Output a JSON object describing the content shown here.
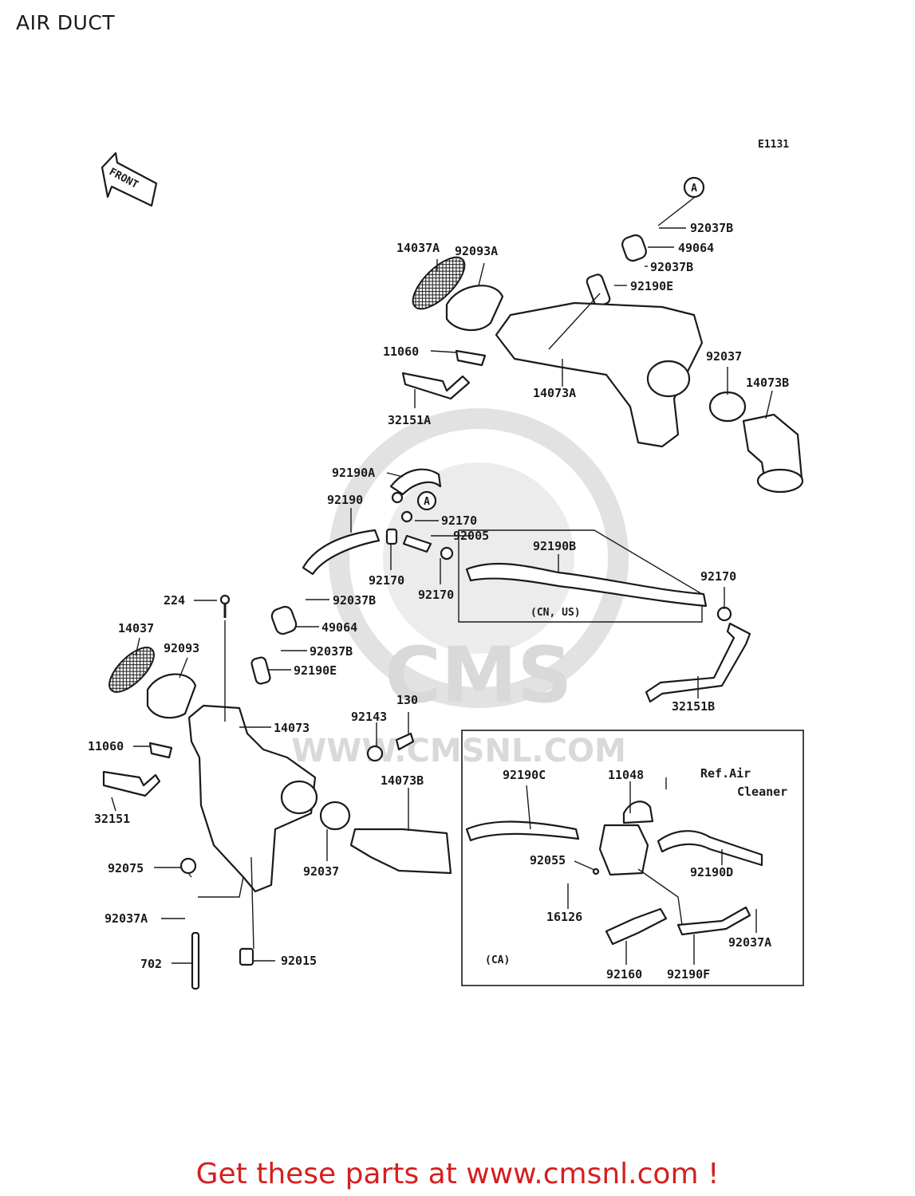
{
  "page": {
    "title": "AIR DUCT",
    "footer_cta": "Get these parts at www.cmsnl.com !"
  },
  "diagram": {
    "figure_code": "E1131",
    "front_arrow_text": "FRONT",
    "circle_marker": "A",
    "watermark": {
      "brand": "CMS",
      "url": "WWW.CMSNL.COM"
    },
    "region_labels": {
      "cn_us": "(CN, US)",
      "ca": "(CA)",
      "ref_air_cleaner_line1": "Ref.Air",
      "ref_air_cleaner_line2": "Cleaner"
    },
    "callouts": [
      {
        "id": "c01",
        "text": "92037B"
      },
      {
        "id": "c02",
        "text": "49064"
      },
      {
        "id": "c03",
        "text": "92037B"
      },
      {
        "id": "c04",
        "text": "92190E"
      },
      {
        "id": "c05",
        "text": "14037A"
      },
      {
        "id": "c06",
        "text": "92093A"
      },
      {
        "id": "c07",
        "text": "11060"
      },
      {
        "id": "c08",
        "text": "14073A"
      },
      {
        "id": "c09",
        "text": "92037"
      },
      {
        "id": "c10",
        "text": "14073B"
      },
      {
        "id": "c11",
        "text": "32151A"
      },
      {
        "id": "c12",
        "text": "92190A"
      },
      {
        "id": "c13",
        "text": "92190"
      },
      {
        "id": "c14",
        "text": "92170"
      },
      {
        "id": "c15",
        "text": "92005"
      },
      {
        "id": "c16",
        "text": "92190B"
      },
      {
        "id": "c17",
        "text": "92170"
      },
      {
        "id": "c18",
        "text": "92170"
      },
      {
        "id": "c19",
        "text": "92170"
      },
      {
        "id": "c20",
        "text": "224"
      },
      {
        "id": "c21",
        "text": "92037B"
      },
      {
        "id": "c22",
        "text": "49064"
      },
      {
        "id": "c23",
        "text": "14037"
      },
      {
        "id": "c24",
        "text": "92037B"
      },
      {
        "id": "c25",
        "text": "92093"
      },
      {
        "id": "c26",
        "text": "92190E"
      },
      {
        "id": "c27",
        "text": "32151B"
      },
      {
        "id": "c28",
        "text": "130"
      },
      {
        "id": "c29",
        "text": "92143"
      },
      {
        "id": "c30",
        "text": "14073"
      },
      {
        "id": "c31",
        "text": "11060"
      },
      {
        "id": "c32",
        "text": "92190C"
      },
      {
        "id": "c33",
        "text": "11048"
      },
      {
        "id": "c34",
        "text": "14073B"
      },
      {
        "id": "c35",
        "text": "32151"
      },
      {
        "id": "c36",
        "text": "92055"
      },
      {
        "id": "c37",
        "text": "92190D"
      },
      {
        "id": "c38",
        "text": "92075"
      },
      {
        "id": "c39",
        "text": "92037"
      },
      {
        "id": "c40",
        "text": "16126"
      },
      {
        "id": "c41",
        "text": "92037A"
      },
      {
        "id": "c42",
        "text": "92037A"
      },
      {
        "id": "c43",
        "text": "92015"
      },
      {
        "id": "c44",
        "text": "702"
      },
      {
        "id": "c45",
        "text": "92160"
      },
      {
        "id": "c46",
        "text": "92190F"
      }
    ]
  }
}
